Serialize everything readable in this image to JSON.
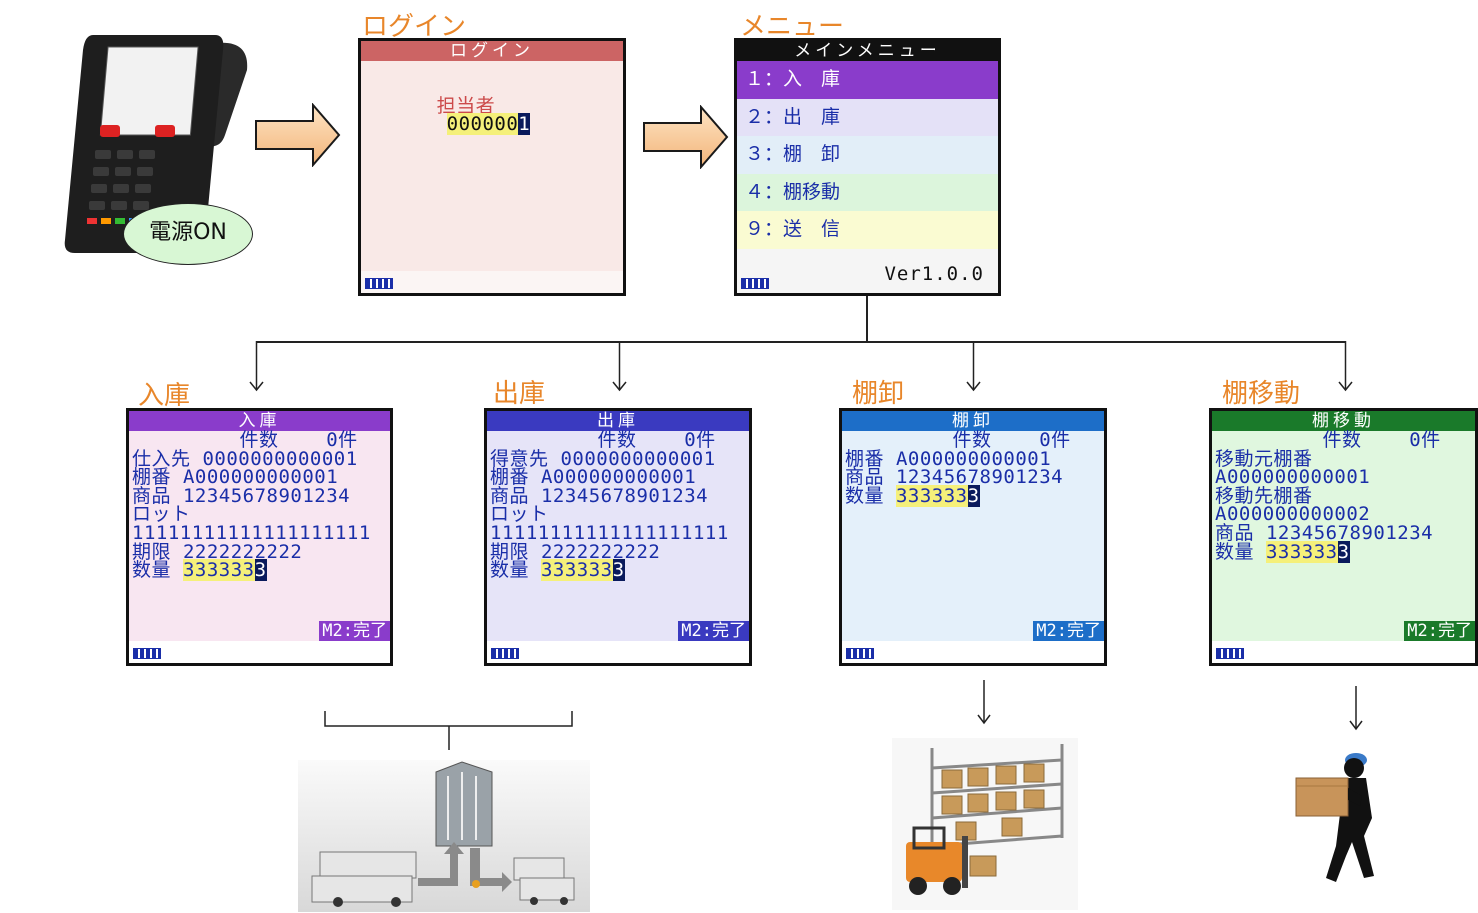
{
  "device": {
    "power_label": "電源ON"
  },
  "login": {
    "caption": "ログイン",
    "title": "ログイン",
    "field_label": "担当者",
    "field_value": "000000",
    "field_cursor": "1"
  },
  "menu": {
    "caption": "メニュー",
    "title": "メインメニュー",
    "items": [
      {
        "label": "１：入　庫",
        "color": "#8a3ccb"
      },
      {
        "label": "２：出　庫",
        "color": "#e4e1f7"
      },
      {
        "label": "３：棚　卸",
        "color": "#e2eef8"
      },
      {
        "label": "４：棚移動",
        "color": "#dcf5dc"
      },
      {
        "label": "９：送　信",
        "color": "#fafbd2"
      }
    ],
    "version": "Ver1.0.0"
  },
  "screens": {
    "nyuko": {
      "caption": "入庫",
      "title": "入庫",
      "color": "#8a3ccb",
      "bg": "#f8e6f1",
      "lines": [
        "         件数    0件",
        "仕入先 0000000000001",
        "棚番 A000000000001",
        "商品 12345678901234",
        "ロット",
        "11111111111111111111",
        "期限 2222222222"
      ],
      "qty_label": "数量 ",
      "qty_value": "333333",
      "qty_cursor": "3",
      "done_label": "M2:完了"
    },
    "shukko": {
      "caption": "出庫",
      "title": "出庫",
      "color": "#3a3ac0",
      "bg": "#e6e4f8",
      "lines": [
        "         件数    0件",
        "得意先 0000000000001",
        "棚番 A000000000001",
        "商品 12345678901234",
        "ロット",
        "11111111111111111111",
        "期限 2222222222"
      ],
      "qty_label": "数量 ",
      "qty_value": "333333",
      "qty_cursor": "3",
      "done_label": "M2:完了"
    },
    "tanaoroshi": {
      "caption": "棚卸",
      "title": "棚卸",
      "color": "#1d6ec8",
      "bg": "#e4f0fa",
      "lines": [
        "         件数    0件",
        "棚番 A000000000001",
        "商品 12345678901234"
      ],
      "qty_label": "数量 ",
      "qty_value": "333333",
      "qty_cursor": "3",
      "done_label": "M2:完了"
    },
    "tanaidou": {
      "caption": "棚移動",
      "title": "棚移動",
      "color": "#1a7a2a",
      "bg": "#e0f7df",
      "lines": [
        "         件数    0件",
        "移動元棚番",
        "A000000000001",
        "移動先棚番",
        "A000000000002",
        "商品 12345678901234"
      ],
      "qty_label": "数量 ",
      "qty_value": "333333",
      "qty_cursor": "3",
      "done_label": "M2:完了"
    }
  },
  "colors": {
    "caption": "#e8862a",
    "login_header": "#cc6464",
    "menu_header": "#111111",
    "text_blue": "#1a2ea8"
  }
}
